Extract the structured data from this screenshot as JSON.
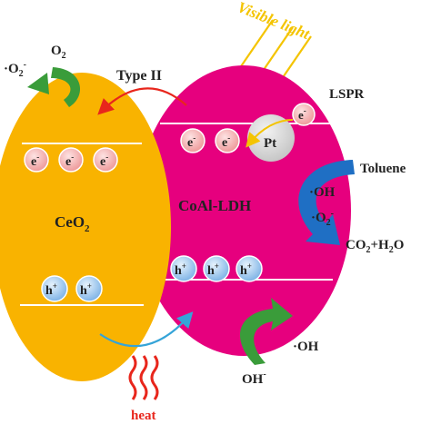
{
  "light": {
    "label": "Visible light"
  },
  "lspr": {
    "label": "LSPR"
  },
  "pt": {
    "label": "Pt",
    "charge": "e",
    "charge_sup": "-"
  },
  "type2": {
    "label": "Type II"
  },
  "ceo2": {
    "name": "CeO",
    "name_sub": "2",
    "electrons": [
      {
        "symbol": "e",
        "sup": "-"
      },
      {
        "symbol": "e",
        "sup": "-"
      },
      {
        "symbol": "e",
        "sup": "-"
      }
    ],
    "holes": [
      {
        "symbol": "h",
        "sup": "+"
      },
      {
        "symbol": "h",
        "sup": "+"
      }
    ]
  },
  "ldh": {
    "name": "CoAl-LDH",
    "electrons": [
      {
        "symbol": "e",
        "sup": "-"
      },
      {
        "symbol": "e",
        "sup": "-"
      }
    ],
    "holes": [
      {
        "symbol": "h",
        "sup": "+"
      },
      {
        "symbol": "h",
        "sup": "+"
      },
      {
        "symbol": "h",
        "sup": "+"
      }
    ]
  },
  "o2": {
    "label": "O",
    "sub": "2"
  },
  "superoxide_left": {
    "label": "·O",
    "sub": "2",
    "sup": "-"
  },
  "toluene": {
    "label": "Toluene"
  },
  "oh_radical_right": {
    "label": "·OH"
  },
  "superoxide_right": {
    "label": "·O",
    "sub": "2",
    "sup": "-"
  },
  "products": {
    "co": "CO",
    "co_sub": "2",
    "plus_h": "+H",
    "h_sub": "2",
    "o": "O"
  },
  "oh_minus": {
    "label": "OH",
    "sup": "-"
  },
  "oh_radical_bottom": {
    "label": "·OH"
  },
  "heat": {
    "label": "heat"
  },
  "colors": {
    "ceo2": "#f9b300",
    "ldh": "#e6007e",
    "electron": "#f4a6a6",
    "hole": "#9cc8ee",
    "light": "#f4c400",
    "type2_arrow": "#e8261c",
    "heat": "#e8261c",
    "blue_arrow": "#1f6fc4",
    "green_arrow": "#3a9c3a",
    "pt": "#d9d9d9"
  }
}
